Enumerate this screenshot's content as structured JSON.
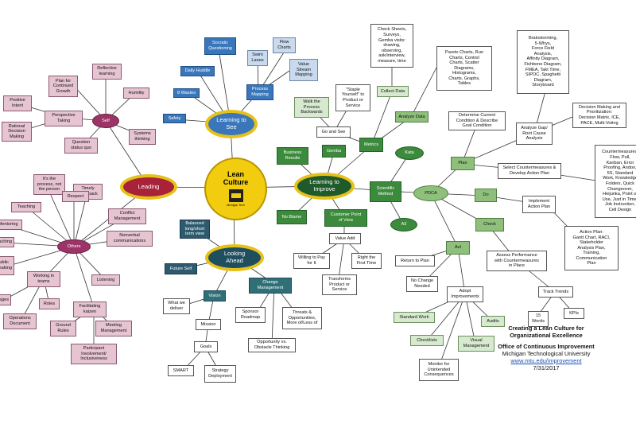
{
  "center": {
    "title": "Lean\nCulture",
    "logo_text": "Michigan Tech"
  },
  "hubs": {
    "learning_to_see": "Learning to\nSee",
    "leading": "Leading",
    "learning_to_improve": "Learning to\nImprove",
    "looking_ahead": "Looking\nAhead",
    "self": "Self",
    "others": "Others",
    "kata": "Kata",
    "a3": "A3",
    "pdca": "PDCA"
  },
  "nodes": {
    "socratic_questioning": "Socratic\nQuestioning",
    "flow_charts": "Flow\nCharts",
    "swim_lanes": "Swim\nLanes",
    "value_stream_mapping": "Value\nStream\nMapping",
    "daily_huddle": "Daily Huddle",
    "process_mapping": "Process\nMapping",
    "eight_wastes": "8 Wastes",
    "safety": "Safety",
    "reflective_learning": "Reflective\nlearning",
    "plan_continued_growth": "Plan for\nContinued\nGrowth",
    "humility": "Humility",
    "positive_intent": "Positive\nIntent",
    "perspective_taking": "Perspective\nTaking",
    "rational_decision_making": "Rational\nDecision\nMaking",
    "systems_thinking": "Systems\nthinking",
    "question_status_quo": "Question\nstatus quo",
    "its_the_process": "It's the\nprocess, not\nthe person",
    "timely_feedback": "Timely\nFeedback",
    "teaching": "Teaching",
    "respect": "Respect",
    "mentoring": "Mentoring",
    "coaching": "Coaching",
    "conflict_management": "Conflict\nManagement",
    "nonverbal_communications": "Nonverbal\ncommunications",
    "public_speaking": "Public\nSpeaking",
    "working_in_teams": "Working in\nteams",
    "listening": "Listening",
    "stages": "Stages",
    "roles": "Roles",
    "operations_document": "Operations\nDocument",
    "facilitating_kaizen": "Facilitating\nkaizen",
    "ground_rules": "Ground\nRules",
    "meeting_management": "Meeting\nManagement",
    "participant_involvement": "Participant\nInvolvement/\nInclusiveness",
    "balanced_view": "Balanced\nlong/short\nterm view",
    "future_self": "Future Self",
    "what_we_deliver": "What we\ndeliver",
    "vision": "Vision",
    "change_management": "Change\nManagement",
    "sponsor_roadmap": "Sponsor\nRoadmap",
    "threats_opportunities": "Threats &\nOpportunities,\nMore of/Less of",
    "mission": "Mission",
    "opportunity_vs_obstacle": "Opportunity vs.\nObstacle Thinking",
    "goals": "Goals",
    "smart": "SMART",
    "strategy_deployment": "Strategy\nDeployment",
    "check_sheets": "Check Sheets,\nSurveys,\nGemba visits:\ndrawing,\nobserving,\nask/interview,\nmeasure, time",
    "staple_yourself": "\"Staple\nYourself\" to\nProduct or\nService",
    "walk_the_process": "Walk the\nProcess\nBackwards",
    "collect_data": "Collect Data",
    "go_and_see": "Go and See",
    "metrics": "Metrics",
    "analyze_data": "Analyze Data",
    "pareto_charts": "Pareto Charts, Run\nCharts, Control\nCharts, Scatter\nDiagrams,\nHistograms,\nCharts, Graphs,\nTables",
    "brainstorming": "Brainstorming,\n5-Whys,\nForce Field\nAnalysis,\nAffinity Diagram,\nFishbone Diagram,\nFMEA, Takt Time,\nSIPOC, Spaghetti\nDiagram,\nStoryboard",
    "business_results": "Business\nResults",
    "gemba": "Gemba",
    "no_blame": "No Blame",
    "scientific_method": "Scientific\nMethod",
    "customer_pov": "Customer Point\nof View",
    "value_add": "Value Add",
    "willing_to_pay": "Willing to Pay\nfor It",
    "right_first_time": "Right the\nFirst Time",
    "transforms_product": "Transforms\nProduct or\nService",
    "determine_current": "Determine Current\nCondition & Describe\nGoal Condition",
    "analyze_gap": "Analyze Gap/\nRoot Cause\nAnalysis",
    "decision_making": "Decision Making and\nPrioritization:\nDecision Matrix, ICE,\nPACE, Multi-Voting",
    "plan": "Plan",
    "select_countermeasures": "Select Countermeasures &\nDevelop Action Plan",
    "countermeasures_list": "Countermeasures:\nFlow, Pull,\nKanban, Error\nProofing, Andon,\n5S, Standard\nWork, Knowledge\nFolders, Quick\nChangeover,\nHeijunka, Point of\nUse, Just in Time,\nJob Instruction,\nCell Design",
    "do": "Do",
    "implement_action_plan": "Implement\nAction Plan",
    "action_plan": "Action Plan:\nGantt Chart, RACI,\nStakeholder\nAnalysis Plan,\nTraining,\nCommunication\nPlan",
    "check": "Check",
    "assess_performance": "Assess Performance\nwith  Countermeasures\nin Place",
    "act": "Act",
    "return_to_plan": "Return to Plan",
    "no_change_needed": "No Change\nNeeded",
    "adopt_improvements": "Adopt\nImprovements",
    "track_trends": "Track Trends",
    "standard_work": "Standard Work",
    "audits": "Audits",
    "checklists": "Checklists",
    "visual_management": "Visual\nManagement",
    "monitor_consequences": "Monitor for\nUnintended\nConsequences",
    "fifteen_words": "15\nWords",
    "kpis": "KPIs"
  },
  "footer": {
    "title_1": "Creating a Lean Culture for",
    "title_2": "Organizational Excellence",
    "office": "Office of Continuous Improvement",
    "university": "Michigan Technological University",
    "url": "www.mtu.edu/improvement",
    "date": "7/31/2017"
  }
}
